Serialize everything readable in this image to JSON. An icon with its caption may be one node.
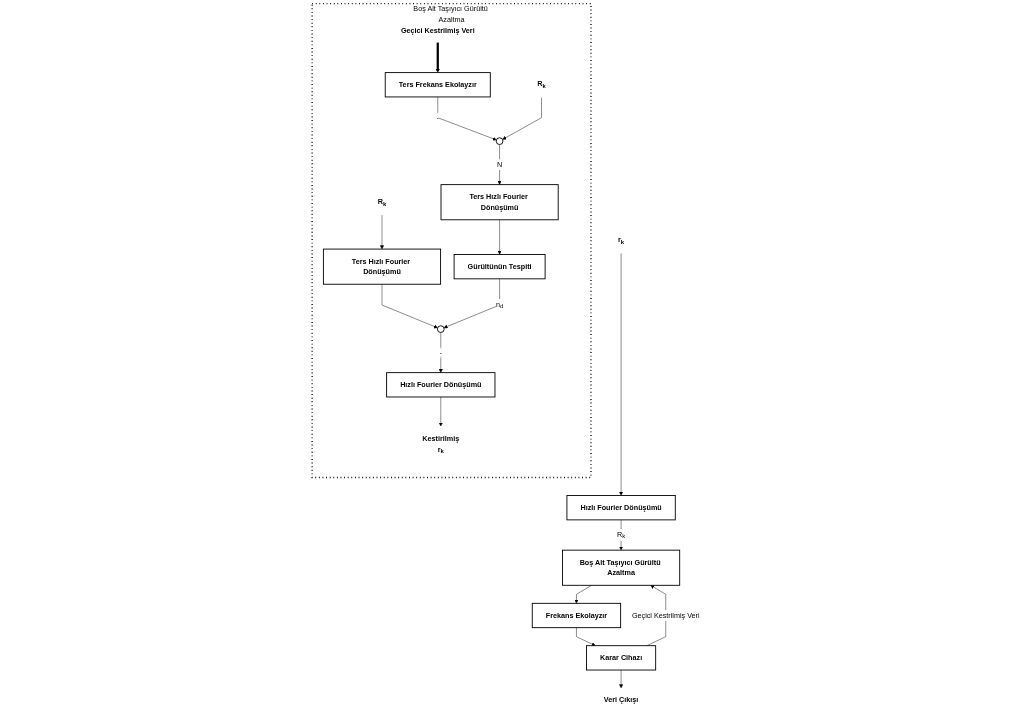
{
  "diagram": {
    "nodes": [
      {
        "text": [
          "r$_{k}$"
        ]
      },
      {
        "text": [
          "Hızlı Fourier Dönüşümü"
        ]
      },
      {
        "text": [
          "Boş Alt Taşıyıcı Gürültü Azaltma"
        ]
      },
      {
        "text": [
          "Frekans Ekolayzır"
        ]
      },
      {
        "text": [
          "Karar Cihazı"
        ]
      },
      {
        "text": [
          "Veri Çıkışı"
        ]
      },
      {
        "text": [
          "Boş Alt Taşıyıcı Gürültü Azaltma"
        ]
      },
      {
        "text": [
          "R$_{k}$"
        ],
        "in": 6
      },
      {
        "text": [
          "Ters Hızlı Fourier Dönüşümü"
        ],
        "in": 6
      },
      {
        "text": [],
        "shape": "circle",
        "in": 6
      },
      {
        "text": [
          "Hızlı Fourier Dönüşümü"
        ],
        "in": 6
      },
      {
        "text": [
          "Kestirilmiş",
          "r$_{k}$"
        ],
        "in": 6
      },
      {
        "text": [
          "Gürültünün Tespiti"
        ],
        "in": 6
      },
      {
        "text": [
          "Ters Hızlı Fourier Dönüşümü"
        ],
        "in": 6
      },
      {
        "text": [
          "Geçici Kestrilmiş Veri"
        ],
        "in": 6
      },
      {
        "text": [
          "R$_{k}$"
        ],
        "in": 6
      },
      {
        "text": [],
        "shape": "circle",
        "in": 6
      },
      {
        "text": [
          "Ters Frekans Ekolayzır"
        ],
        "in": 6
      }
    ],
    "edges": [
      {
        "from": 0,
        "to": 1,
        "arrow": "to"
      },
      {
        "from": 1,
        "to": 2,
        "arrow": "to",
        "label": "R$_{k}$"
      },
      {
        "from": 2,
        "to": 3,
        "arrow": "to"
      },
      {
        "from": 3,
        "to": 4,
        "arrow": "to"
      },
      {
        "from": 4,
        "to": 5,
        "arrow": "to"
      },
      {
        "from": 4,
        "to": 2,
        "arrow": "to",
        "label": "Geçici Kestrilmiş Veri"
      },
      {
        "from": 7,
        "to": 8,
        "arrow": "to"
      },
      {
        "from": 8,
        "to": 9,
        "arrow": "to"
      },
      {
        "from": 9,
        "to": 10,
        "arrow": "to",
        "label": "-"
      },
      {
        "from": 10,
        "to": 11,
        "arrow": "to"
      },
      {
        "from": 12,
        "to": 9,
        "arrow": "to",
        "label": "n$_{d}$"
      },
      {
        "from": 13,
        "to": 12,
        "arrow": "to"
      },
      {
        "from": 16,
        "to": 13,
        "arrow": "to",
        "label": "N"
      },
      {
        "from": 14,
        "to": 17,
        "arrow": "to",
        "style": "thick"
      },
      {
        "from": 17,
        "to": 16,
        "arrow": "to",
        "label": "-"
      },
      {
        "from": 15,
        "to": 16,
        "arrow": "to"
      }
    ]
  }
}
